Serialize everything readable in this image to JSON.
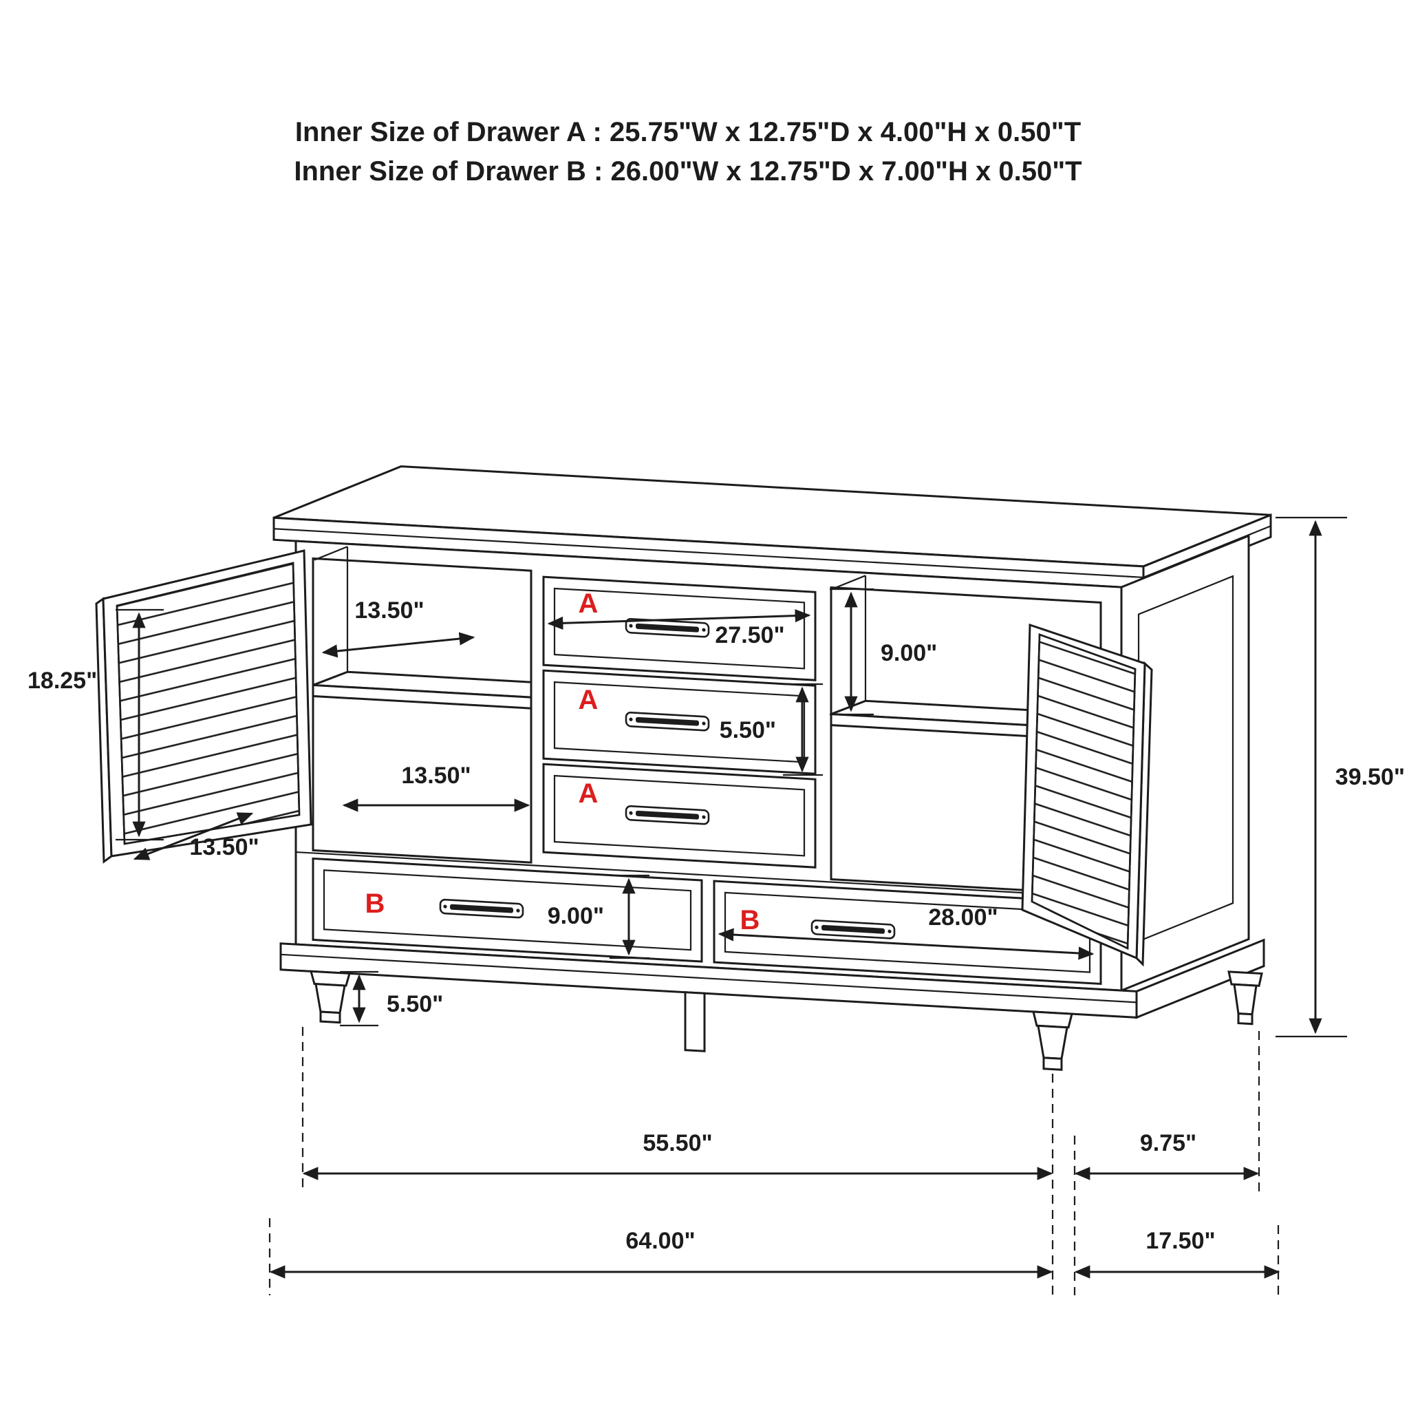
{
  "header": {
    "line1": "Inner Size of Drawer A : 25.75\"W x 12.75\"D x 4.00\"H x 0.50\"T",
    "line2": "Inner Size of Drawer B : 26.00\"W x 12.75\"D x 7.00\"H x 0.50\"T"
  },
  "drawer_labels": {
    "a": "A",
    "b": "B"
  },
  "dimensions": {
    "door_height": "18.25\"",
    "shelf_depth": "13.50\"",
    "door_width": "13.50\"",
    "left_opening_width": "13.50\"",
    "drawer_a_width": "27.50\"",
    "right_opening_height": "9.00\"",
    "drawer_a_front_height": "5.50\"",
    "overall_height": "39.50\"",
    "drawer_b_front_height": "9.00\"",
    "drawer_b_width": "28.00\"",
    "foot_height": "5.50\"",
    "leg_span_width": "55.50\"",
    "side_leg_span": "9.75\"",
    "overall_width": "64.00\"",
    "overall_depth": "17.50\""
  },
  "colors": {
    "line": "#1c1c1c",
    "accent_red": "#dd1d1d",
    "background": "#ffffff"
  }
}
